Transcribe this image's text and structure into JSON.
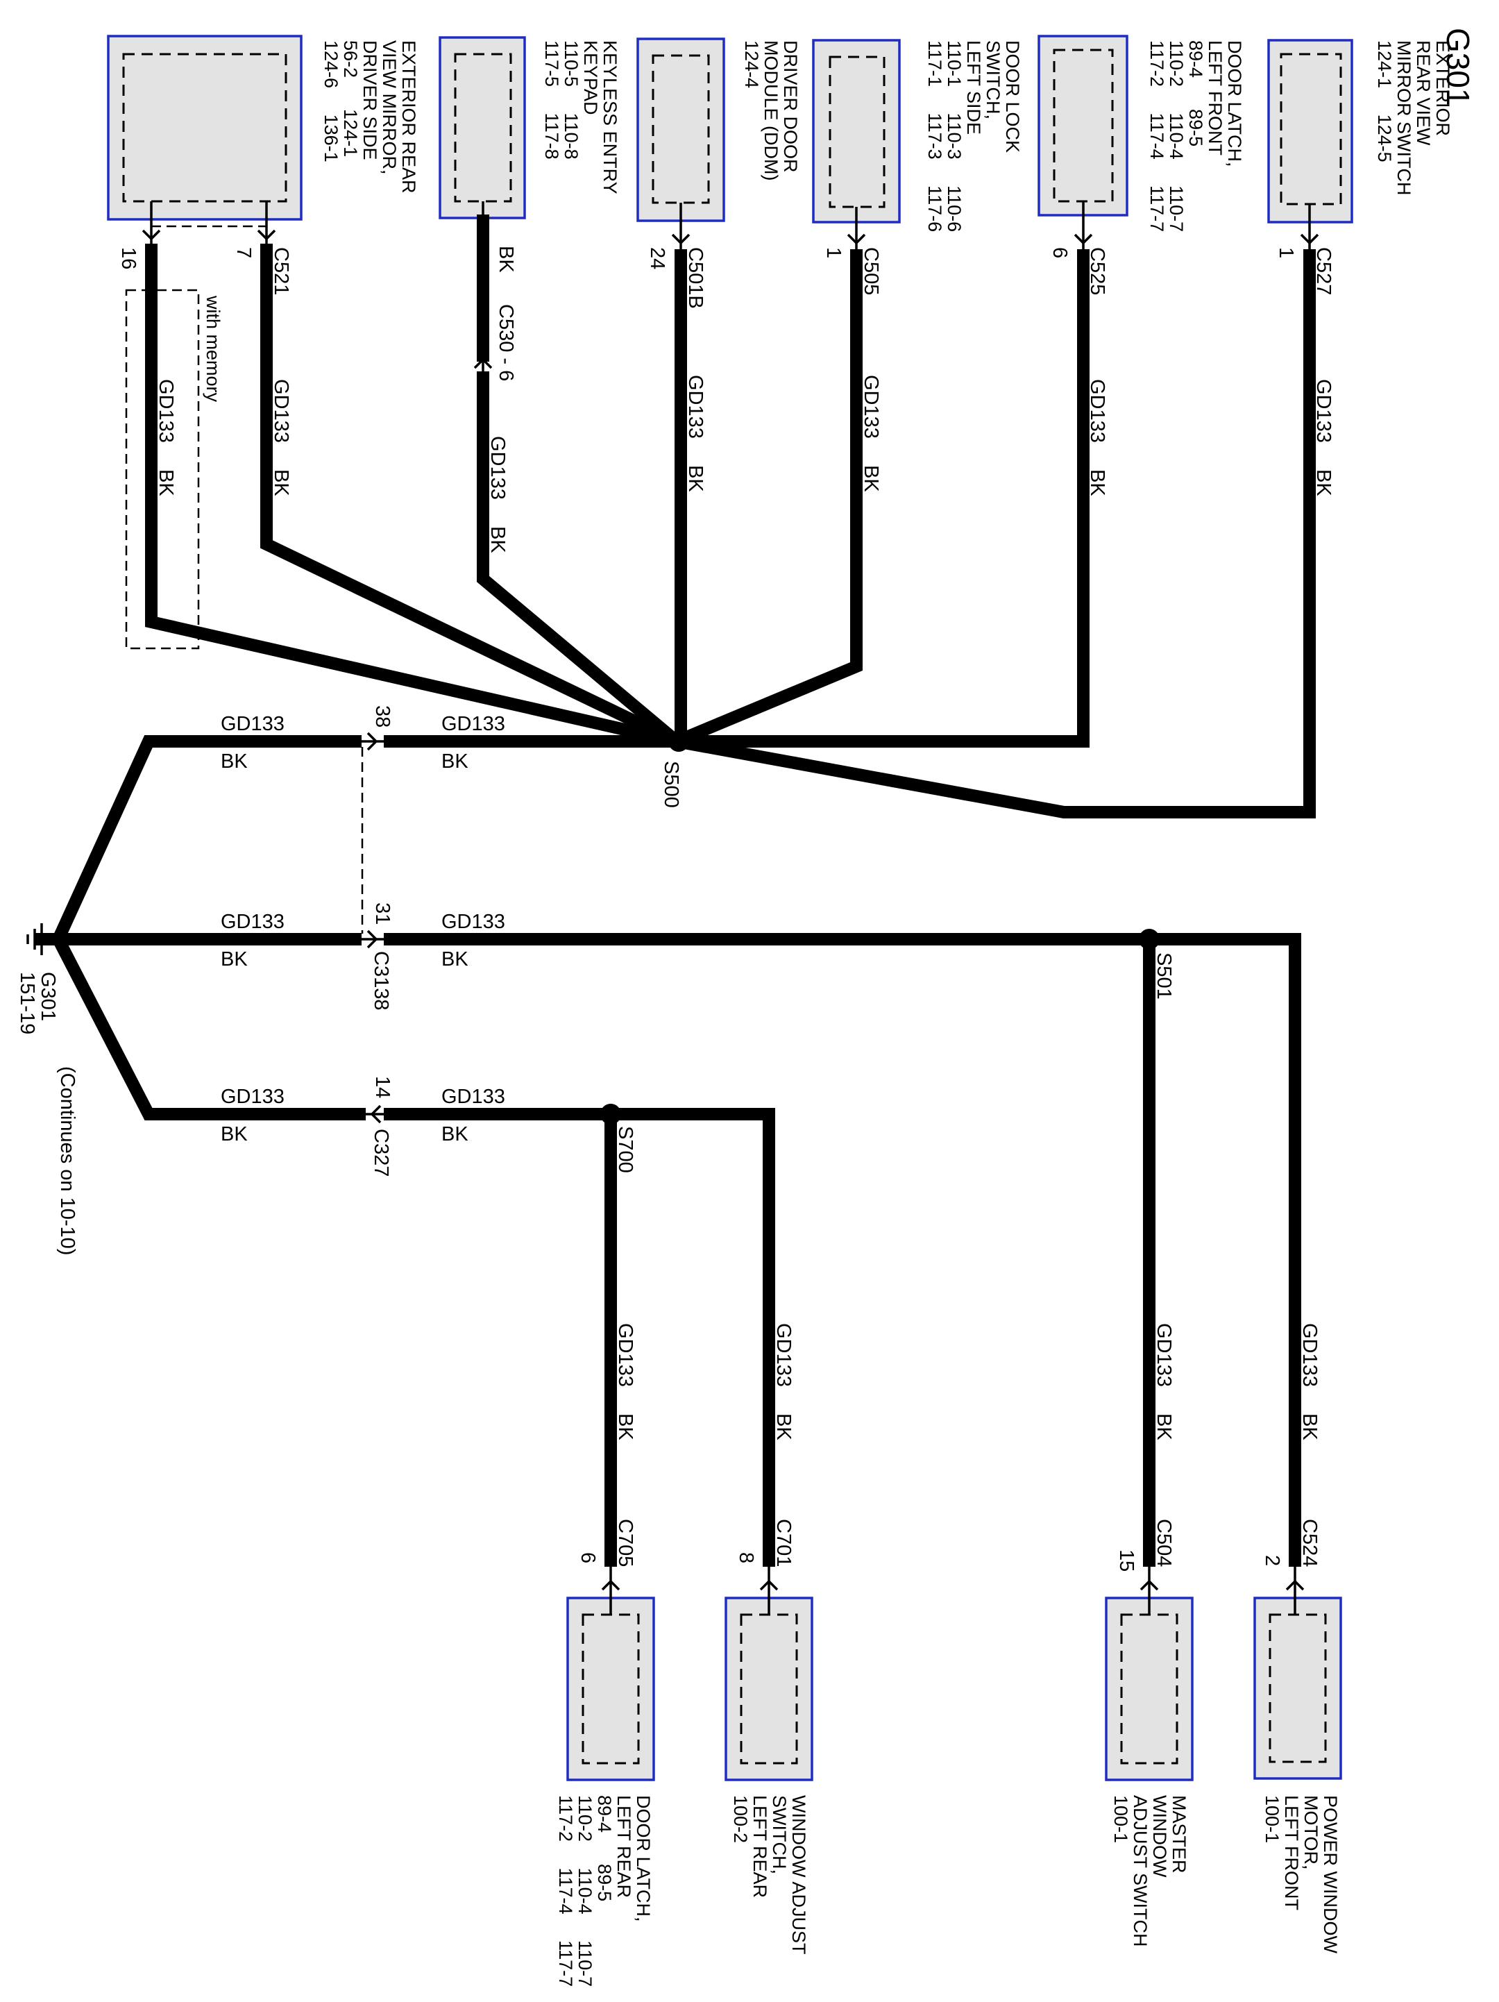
{
  "title": "G301",
  "components": [
    {
      "id": "ext_mirror_switch",
      "lines": [
        "EXTERIOR",
        "REAR VIEW",
        "MIRROR SWITCH",
        "124-1     124-5"
      ]
    },
    {
      "id": "door_latch_lf",
      "lines": [
        "DOOR LATCH,",
        "LEFT FRONT",
        "89-4      89-5",
        "110-2     110-4     110-7",
        "117-2     117-4     117-7"
      ]
    },
    {
      "id": "door_lock_switch",
      "lines": [
        "DOOR LOCK",
        "SWITCH,",
        "LEFT SIDE",
        "110-1     110-3     110-6",
        "117-1     117-3     117-6"
      ]
    },
    {
      "id": "ddm",
      "lines": [
        "DRIVER DOOR",
        "MODULE (DDM)",
        "124-4"
      ]
    },
    {
      "id": "keyless",
      "lines": [
        "KEYLESS ENTRY",
        "KEYPAD",
        "110-5     110-8",
        "117-5     117-8"
      ]
    },
    {
      "id": "ext_mirror_driver",
      "lines": [
        "EXTERIOR REAR",
        "VIEW MIRROR,",
        "DRIVER SIDE",
        "56-2      124-1",
        "124-6     136-1"
      ]
    },
    {
      "id": "pw_motor",
      "lines": [
        "POWER WINDOW",
        "MOTOR,",
        "LEFT FRONT",
        "100-1"
      ]
    },
    {
      "id": "master_switch",
      "lines": [
        "MASTER",
        "WINDOW",
        "ADJUST SWITCH",
        "100-1"
      ]
    },
    {
      "id": "window_adjust_lr",
      "lines": [
        "WINDOW ADJUST",
        "SWITCH,",
        "LEFT REAR",
        "100-2"
      ]
    },
    {
      "id": "door_latch_lr",
      "lines": [
        "DOOR LATCH,",
        "LEFT REAR",
        "89-4      89-5",
        "110-2     110-4     110-7",
        "117-2     117-4     117-7"
      ]
    }
  ],
  "connectors": {
    "c527": "C527",
    "c525": "C525",
    "c505": "C505",
    "c501b": "C501B",
    "c530": "C530 - 6",
    "c521": "C521",
    "c524": "C524",
    "c504": "C504",
    "c701": "C701",
    "c705": "C705",
    "c3138": "C3138",
    "c327": "C327"
  },
  "pins": {
    "p1a": "1",
    "p6a": "6",
    "p1b": "1",
    "p24": "24",
    "p7": "7",
    "p16": "16",
    "p2": "2",
    "p15": "15",
    "p8": "8",
    "p6b": "6",
    "p38": "38",
    "p31": "31",
    "p14": "14"
  },
  "splices": {
    "s500": "S500",
    "s501": "S501",
    "s700": "S700"
  },
  "circuit": "GD133",
  "color": "BK",
  "with_memory": "with memory",
  "ground": {
    "name": "G301",
    "ref": "151-19",
    "note": "(Continues on 10-10)"
  }
}
